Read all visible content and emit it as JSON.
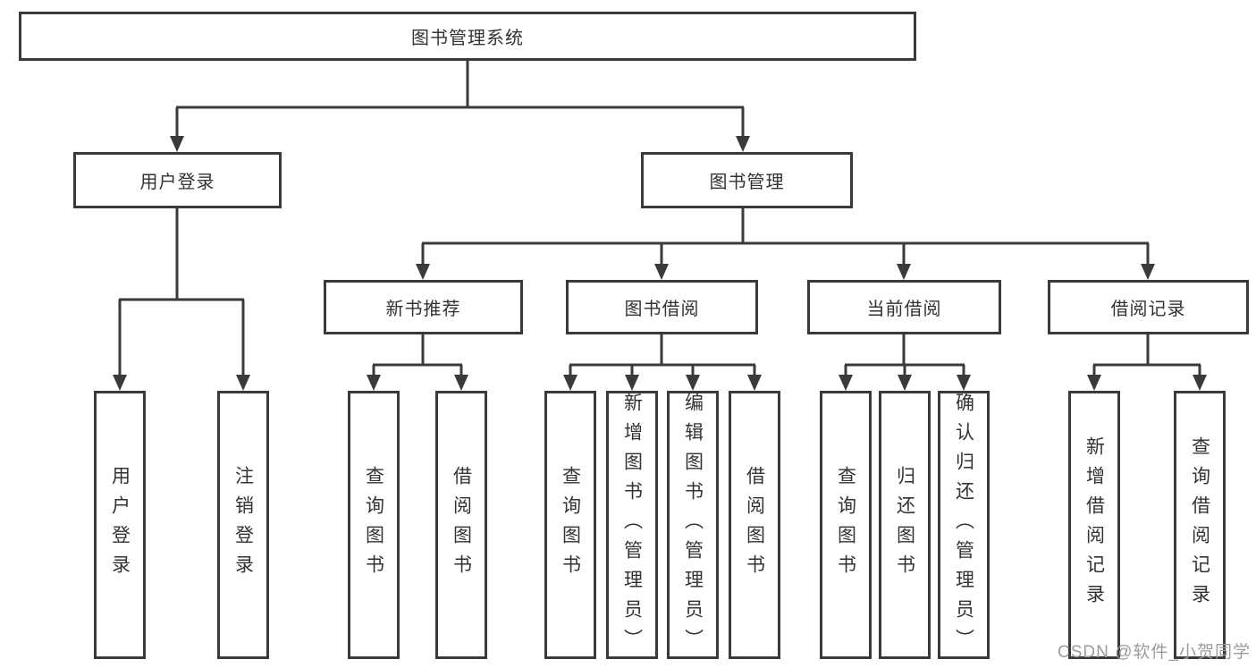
{
  "colors": {
    "line": "#3a3a3a",
    "boxBorder": "#3a3a3a",
    "boxBackground": "#ffffff",
    "text": "#333333",
    "watermarkColor": "#9c9c9c",
    "pageBackground": "#ffffff"
  },
  "nodes": {
    "root": "图书管理系统",
    "userLoginGroup": "用户登录",
    "bookManagement": "图书管理",
    "newBookRecommend": "新书推荐",
    "bookBorrowing": "图书借阅",
    "currentBorrowing": "当前借阅",
    "borrowingRecords": "借阅记录",
    "userLogin": "用户登录",
    "logoutLogin": "注销登录",
    "nbQueryBooks": "查询图书",
    "nbBorrowBooks": "借阅图书",
    "bbQueryBooks": "查询图书",
    "bbAddBooks": "新增图书（管理员）",
    "bbEditBooks": "编辑图书（管理员）",
    "bbBorrowBooks": "借阅图书",
    "cbQueryBooks": "查询图书",
    "cbReturnBooks": "归还图书",
    "cbConfirmReturn": "确认归还（管理员）",
    "brAddRecord": "新增借阅记录",
    "brQueryRecord": "查询借阅记录"
  },
  "hierarchy": [
    {
      "parent": "图书管理系统",
      "children": [
        "用户登录",
        "图书管理"
      ]
    },
    {
      "parent": "用户登录",
      "children": [
        "用户登录",
        "注销登录"
      ]
    },
    {
      "parent": "图书管理",
      "children": [
        "新书推荐",
        "图书借阅",
        "当前借阅",
        "借阅记录"
      ]
    },
    {
      "parent": "新书推荐",
      "children": [
        "查询图书",
        "借阅图书"
      ]
    },
    {
      "parent": "图书借阅",
      "children": [
        "查询图书",
        "新增图书（管理员）",
        "编辑图书（管理员）",
        "借阅图书"
      ]
    },
    {
      "parent": "当前借阅",
      "children": [
        "查询图书",
        "归还图书",
        "确认归还（管理员）"
      ]
    },
    {
      "parent": "借阅记录",
      "children": [
        "新增借阅记录",
        "查询借阅记录"
      ]
    }
  ],
  "watermark": {
    "text": "CSDN @软件_小贺同学"
  }
}
